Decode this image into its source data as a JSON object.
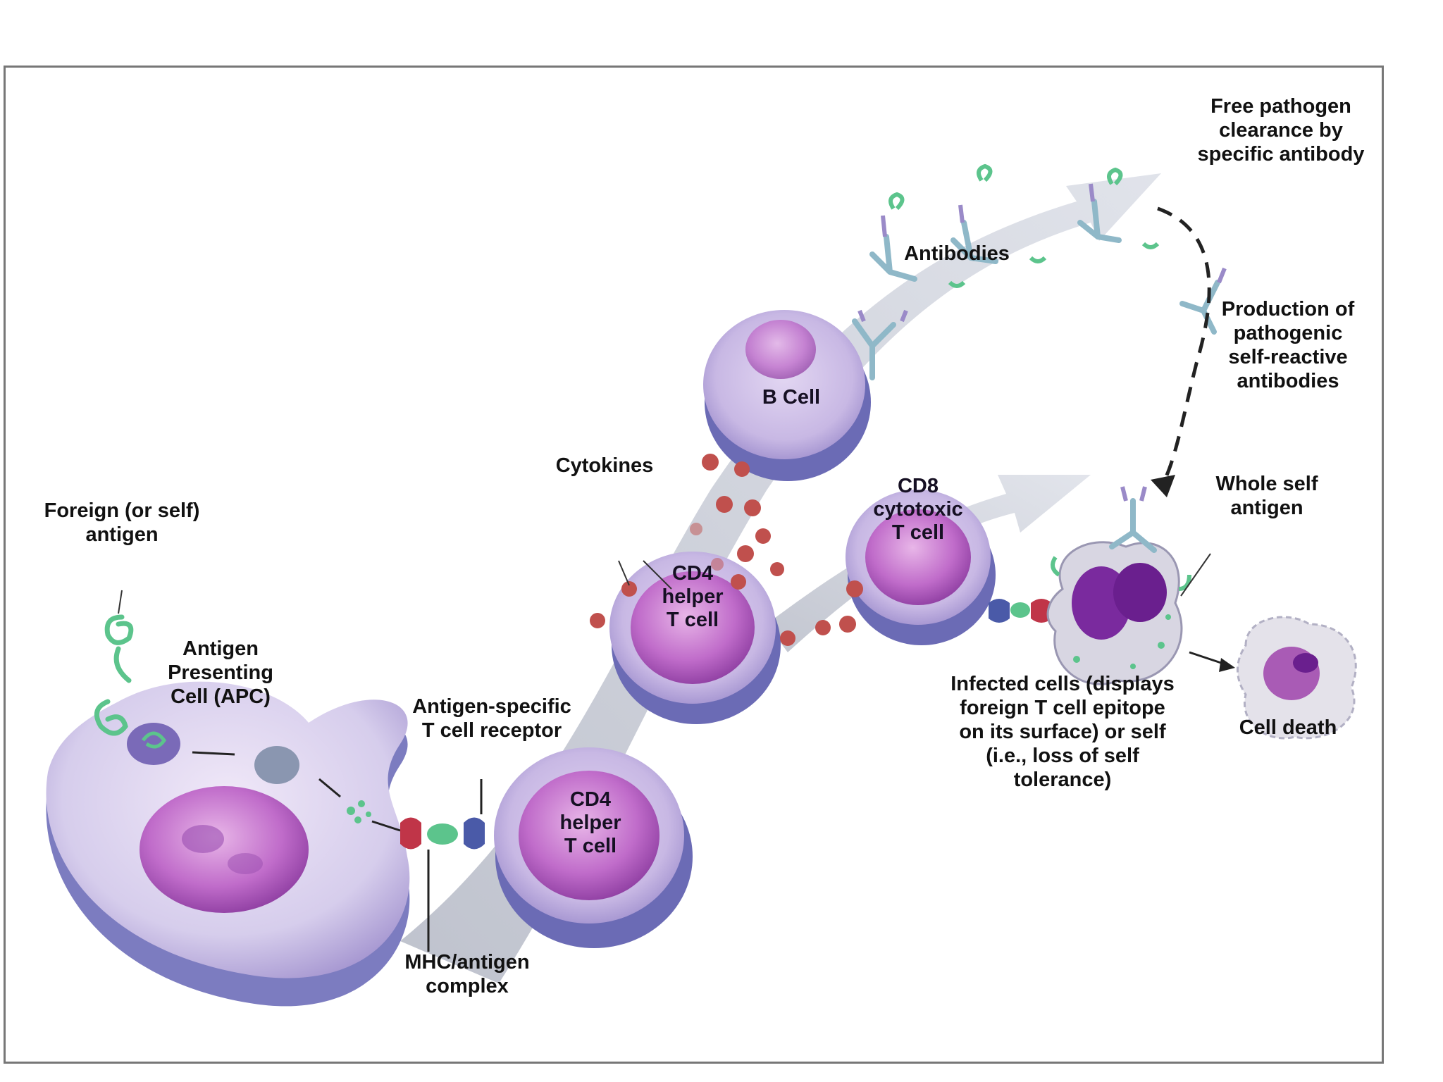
{
  "labels": {
    "foreign_antigen": "Foreign (or self)\nantigen",
    "apc": "Antigen\nPresenting\nCell (APC)",
    "tcell_receptor": "Antigen-specific\nT cell receptor",
    "mhc_complex": "MHC/antigen\ncomplex",
    "cytokines": "Cytokines",
    "antibodies": "Antibodies",
    "free_pathogen": "Free pathogen\nclearance by\nspecific antibody",
    "production": "Production of\npathogenic\nself-reactive\nantibodies",
    "whole_self_antigen": "Whole self\nantigen",
    "infected_cells": "Infected cells (displays\nforeign T cell epitope\non its surface) or self\n(i.e., loss of self\ntolerance)",
    "cell_death": "Cell death"
  },
  "cells": {
    "cd4_lower": "CD4\nhelper\nT cell",
    "cd4_upper": "CD4\nhelper\nT cell",
    "b_cell": "B Cell",
    "cd8": "CD8\ncytotoxic\nT cell"
  },
  "colors": {
    "pathway_arrow": "#c9ccd6",
    "cell_membrane": "#cdc3e6",
    "cell_nucleus": "#b45cc4",
    "cell_base": "#6b6bb5",
    "antigen": "#5cc48c",
    "antibody": "#8fb8c8",
    "cytokine": "#c0504d",
    "receptor": "#c03548"
  }
}
